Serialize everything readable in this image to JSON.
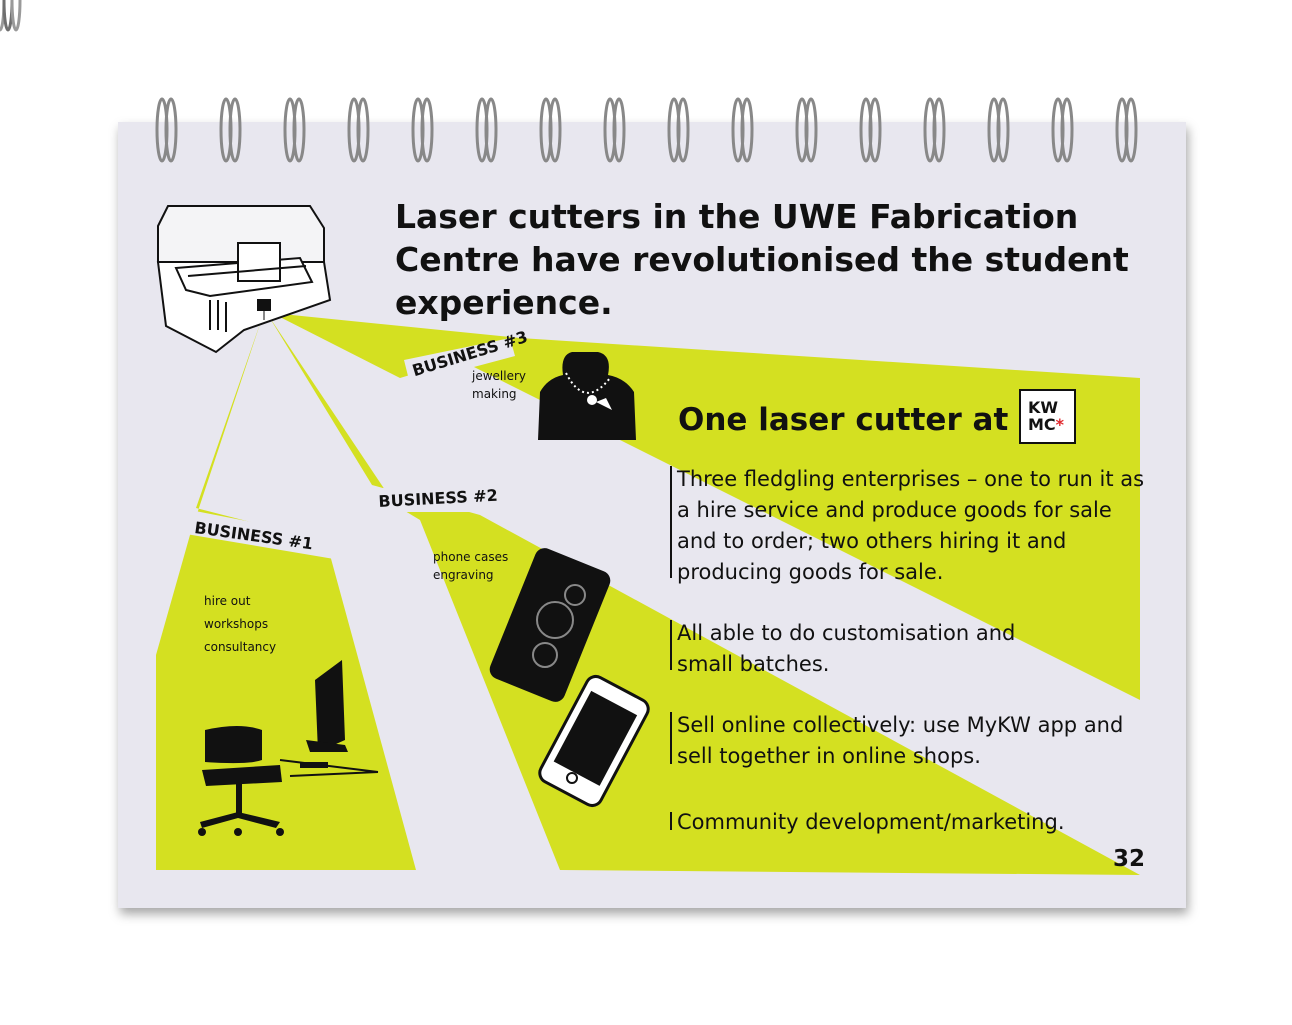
{
  "headline": "Laser cutters in the UWE Fabrication Centre have revolutionised the student experience.",
  "businesses": [
    {
      "tag": "BUSINESS #1",
      "items": [
        "hire out",
        "workshops",
        "consultancy"
      ]
    },
    {
      "tag": "BUSINESS #2",
      "label": "phone cases\nengraving"
    },
    {
      "tag": "BUSINESS #3",
      "label": "jewellery\nmaking"
    }
  ],
  "one_laser": "One laser cutter at",
  "logo": {
    "line1": "KW",
    "line2": "MC",
    "accent": "#e0272c"
  },
  "paragraphs": [
    "Three fledgling enterprises – one to run it as a hire service and produce goods for sale and to order; two others hiring it and producing goods for sale.",
    "All able to do customisation and small batches.",
    "Sell online collectively: use MyKW app and sell together in online shops.",
    "Community development/marketing."
  ],
  "page_number": "32",
  "colors": {
    "highlight": "#d4e021",
    "paper": "#e8e7ef",
    "ink": "#111111"
  },
  "icons": [
    "spiral-binding-icon",
    "laser-cutter-icon",
    "necklace-bust-icon",
    "office-chair-icon",
    "computer-desk-icon",
    "phone-case-icon",
    "smartphone-icon"
  ]
}
